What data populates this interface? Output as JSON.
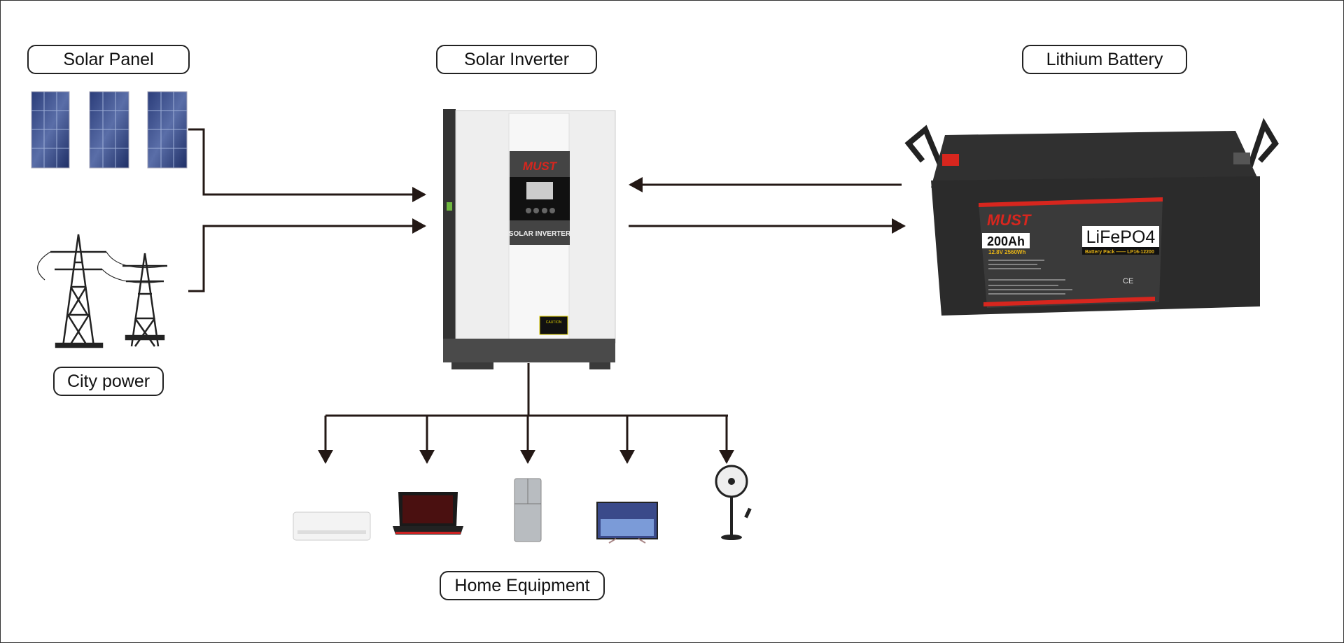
{
  "labels": {
    "solar_panel": "Solar Panel",
    "solar_inverter": "Solar Inverter",
    "lithium_battery": "Lithium Battery",
    "city_power": "City power",
    "home_equipment": "Home Equipment"
  },
  "inverter": {
    "brand": "MUST",
    "name": "SOLAR INVERTER",
    "caution": "CAUTION"
  },
  "battery": {
    "brand": "MUST",
    "capacity": "200Ah",
    "spec": "12.8V 2560Wh",
    "chemistry": "LiFePO4",
    "pack": "Battery Pack —— LP16-12200",
    "cert": "CE"
  },
  "appliances": [
    "air-conditioner",
    "laptop",
    "refrigerator",
    "television",
    "fan"
  ],
  "colors": {
    "line": "#231815",
    "brand_red": "#d7261e",
    "battery_body": "#2b2b2b",
    "label_gold": "#e7b416"
  }
}
